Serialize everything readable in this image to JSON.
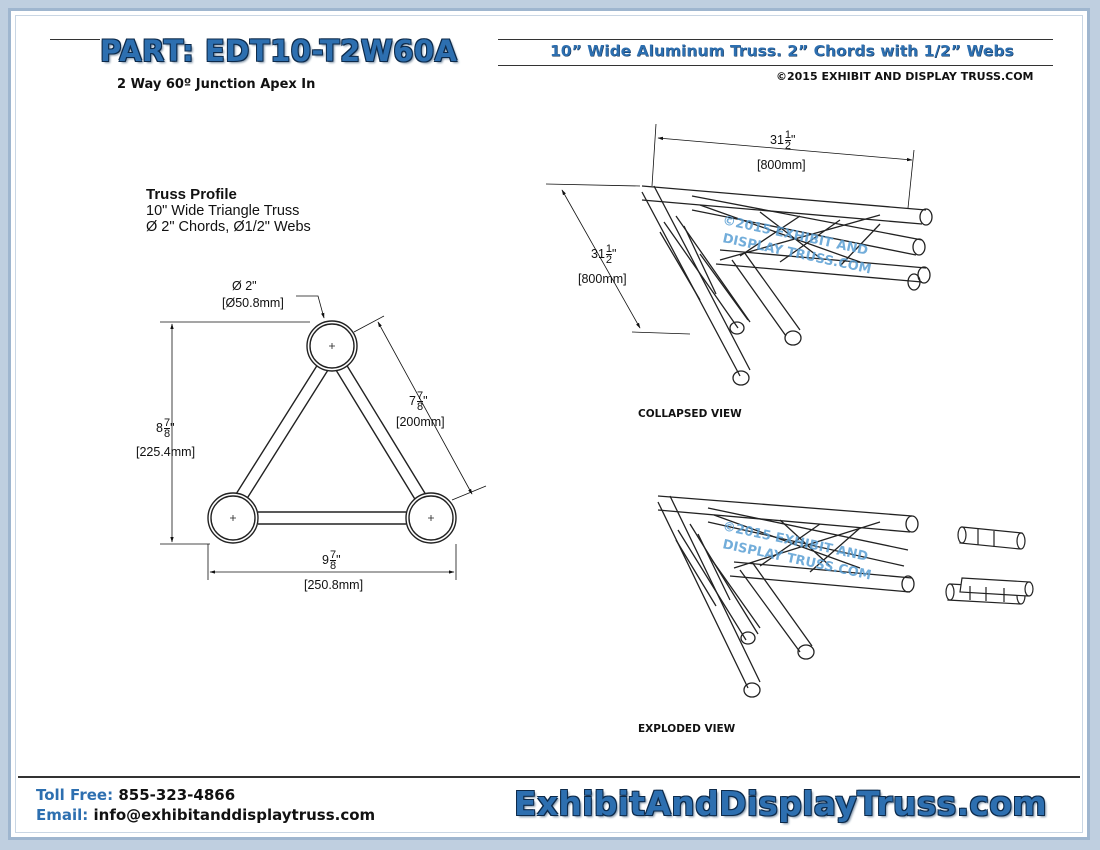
{
  "header": {
    "part": "PART: EDT10-T2W60A",
    "subtitle": "10” Wide Aluminum Truss. 2” Chords with 1/2” Webs",
    "copyright": "©2015 EXHIBIT AND DISPLAY TRUSS.COM",
    "description": "2 Way 60º Junction Apex In"
  },
  "profile": {
    "title": "Truss Profile",
    "line1": "10\" Wide Triangle Truss",
    "line2": "Ø 2\" Chords, Ø1/2\" Webs"
  },
  "dimensions": {
    "chord_dia": "Ø  2\"",
    "chord_dia_mm": "[Ø50.8mm]",
    "side_whole": "7",
    "side_frac_num": "7",
    "side_frac_den": "8",
    "side_mm": "[200mm]",
    "height_whole": "8",
    "height_frac_num": "7",
    "height_frac_den": "8",
    "height_mm": "[225.4mm]",
    "width_whole": "9",
    "width_frac_num": "7",
    "width_frac_den": "8",
    "width_mm": "[250.8mm]",
    "leg_whole": "31",
    "leg_frac_num": "1",
    "leg_frac_den": "2",
    "leg_mm": "[800mm]",
    "leg2_whole": "31",
    "leg2_frac_num": "1",
    "leg2_frac_den": "2",
    "leg2_mm": "[800mm]"
  },
  "views": {
    "collapsed": "COLLAPSED VIEW",
    "exploded": "EXPLODED VIEW",
    "watermark_line1": "©2015 EXHIBIT AND",
    "watermark_line2": "DISPLAY TRUSS.COM"
  },
  "footer": {
    "toll_label": "Toll Free:",
    "toll_number": "855-323-4866",
    "email_label": "Email:",
    "email_address": "info@exhibitanddisplaytruss.com",
    "website": "ExhibitAndDisplayTruss.com"
  },
  "colors": {
    "brand_blue": "#2d6fb0",
    "frame": "#9fb6cf"
  }
}
